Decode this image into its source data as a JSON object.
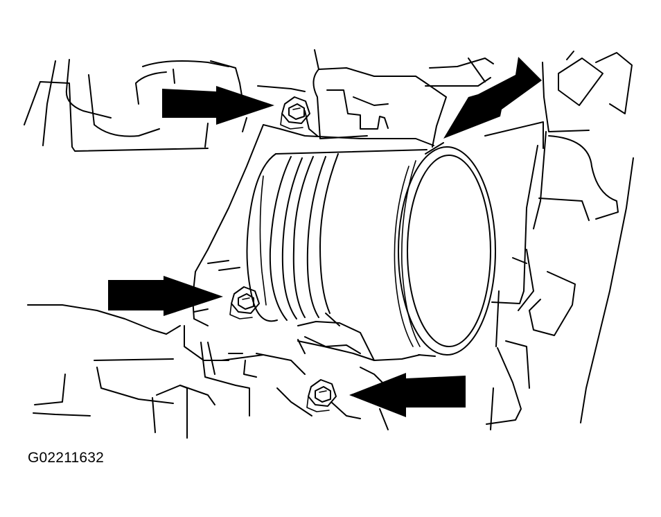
{
  "figure": {
    "id_label": "G02211632"
  },
  "callouts": [
    {
      "target": "upper-bolt"
    },
    {
      "target": "middle-bolt"
    },
    {
      "target": "lower-bolt"
    },
    {
      "target": "duct-flange"
    }
  ],
  "colors": {
    "line": "#000000",
    "background": "#ffffff"
  }
}
